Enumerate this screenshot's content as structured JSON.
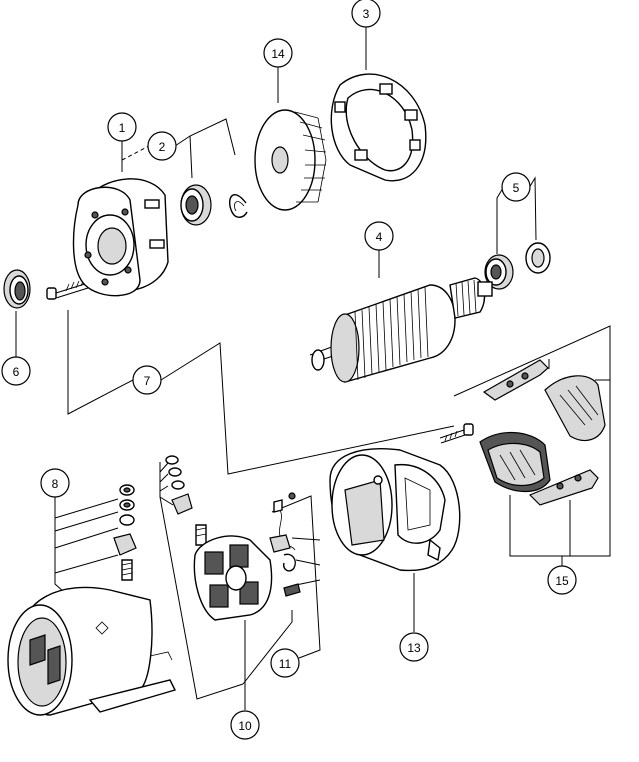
{
  "callouts": {
    "c1": "1",
    "c2": "2",
    "c3": "3",
    "c4": "4",
    "c5": "5",
    "c6": "6",
    "c7": "7",
    "c8": "8",
    "c10": "10",
    "c11": "11",
    "c13": "13",
    "c14": "14",
    "c15": "15"
  }
}
